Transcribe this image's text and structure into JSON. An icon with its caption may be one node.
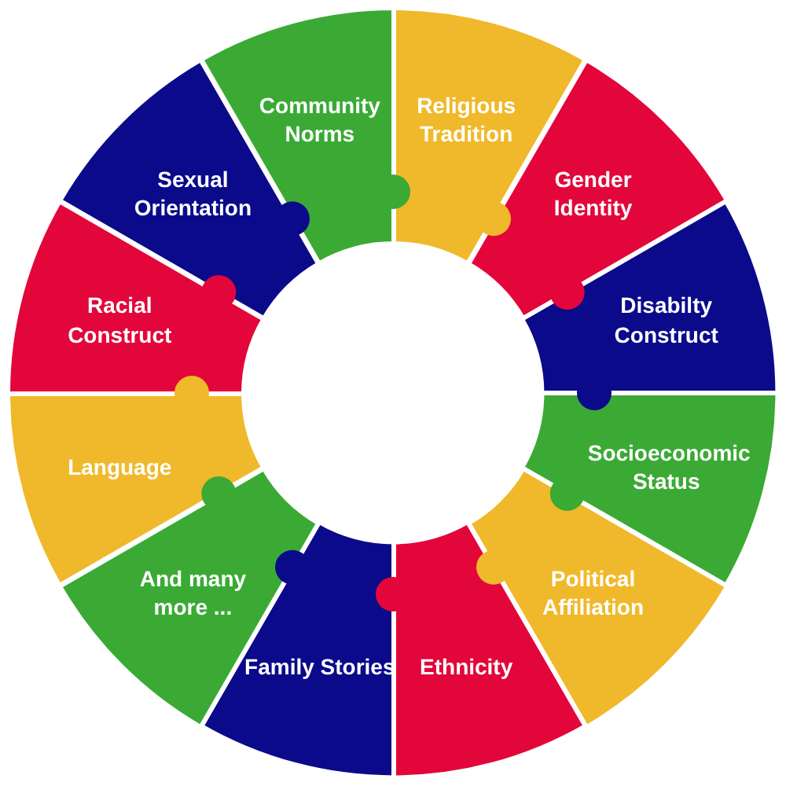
{
  "diagram": {
    "nodes": [
      {
        "text": [
          "Religious Tradition"
        ]
      },
      {
        "text": [
          "Gender Identity"
        ]
      },
      {
        "text": [
          "Disabilty Construct"
        ]
      },
      {
        "text": [
          "Socioeconomic Status"
        ]
      },
      {
        "text": [
          "Political Affiliation"
        ]
      },
      {
        "text": [
          "Ethnicity"
        ]
      },
      {
        "text": [
          "Family Stories"
        ]
      },
      {
        "text": [
          "And many more ..."
        ]
      },
      {
        "text": [
          "Language"
        ]
      },
      {
        "text": [
          "Racial Construct"
        ]
      },
      {
        "text": [
          "Sexual Orientation"
        ]
      },
      {
        "text": [
          "Community Norms"
        ]
      }
    ]
  }
}
